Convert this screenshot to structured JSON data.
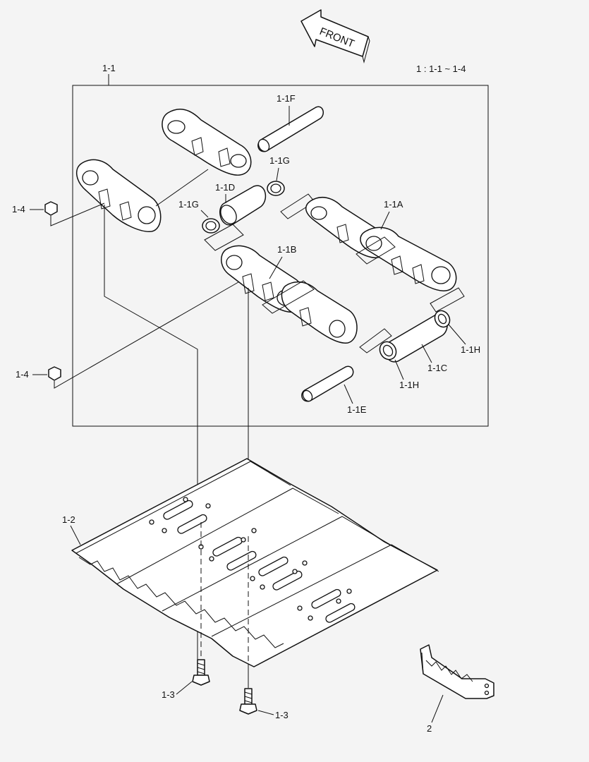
{
  "diagram": {
    "front_arrow_text": "FRONT",
    "group_note": "1 : 1-1 ~ 1-4",
    "labels": {
      "assembly": "1-1",
      "link_right": "1-1A",
      "link_left": "1-1B",
      "bushing": "1-1C",
      "spacer_bushing": "1-1D",
      "pin_short": "1-1E",
      "pin_long": "1-1F",
      "seal_upper": "1-1G",
      "seal_lower": "1-1G",
      "seal_right_upper": "1-1H",
      "seal_right_lower": "1-1H",
      "track_shoe": "1-2",
      "bolt_left": "1-3",
      "bolt_right": "1-3",
      "nut_upper": "1-4",
      "nut_lower": "1-4",
      "bracket": "2"
    }
  }
}
